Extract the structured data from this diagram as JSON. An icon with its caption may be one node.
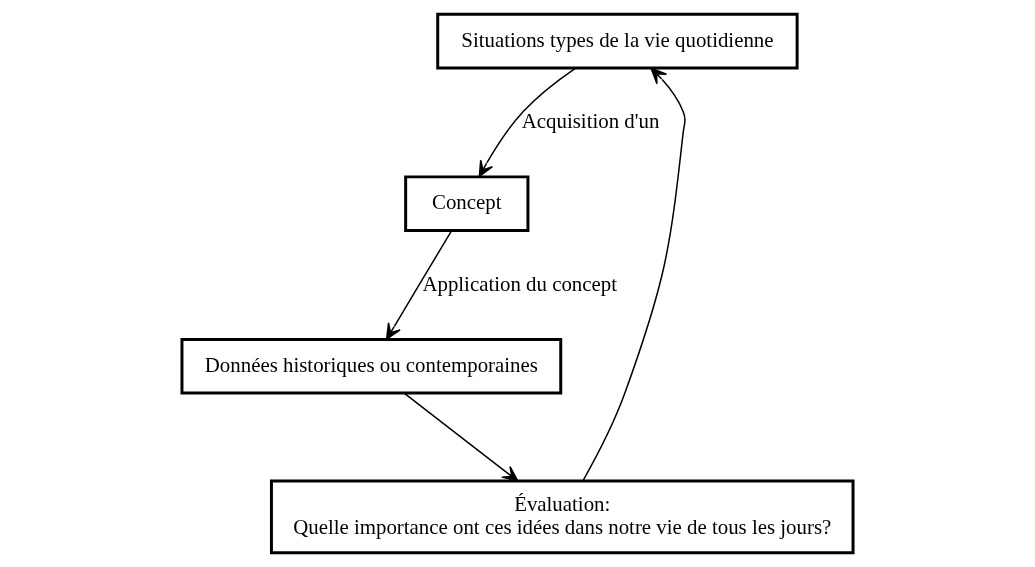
{
  "diagram": {
    "nodes": [
      {
        "text": [
          "Situations types de la vie quotidienne"
        ]
      },
      {
        "text": [
          "Évaluation:",
          "Quelle importance ont ces idées dans notre vie de tous les jours?"
        ]
      },
      {
        "text": [
          "Concept"
        ]
      },
      {
        "text": [
          "Données historiques ou contemporaines"
        ]
      }
    ],
    "edges": [
      {
        "from": 0,
        "to": 2,
        "arrow": "to",
        "label": "Acquisition d'un"
      },
      {
        "from": 2,
        "to": 3,
        "arrow": "to",
        "label": "Application du concept"
      },
      {
        "from": 3,
        "to": 1,
        "arrow": "to"
      },
      {
        "from": 1,
        "to": 0,
        "arrow": "to"
      }
    ]
  }
}
